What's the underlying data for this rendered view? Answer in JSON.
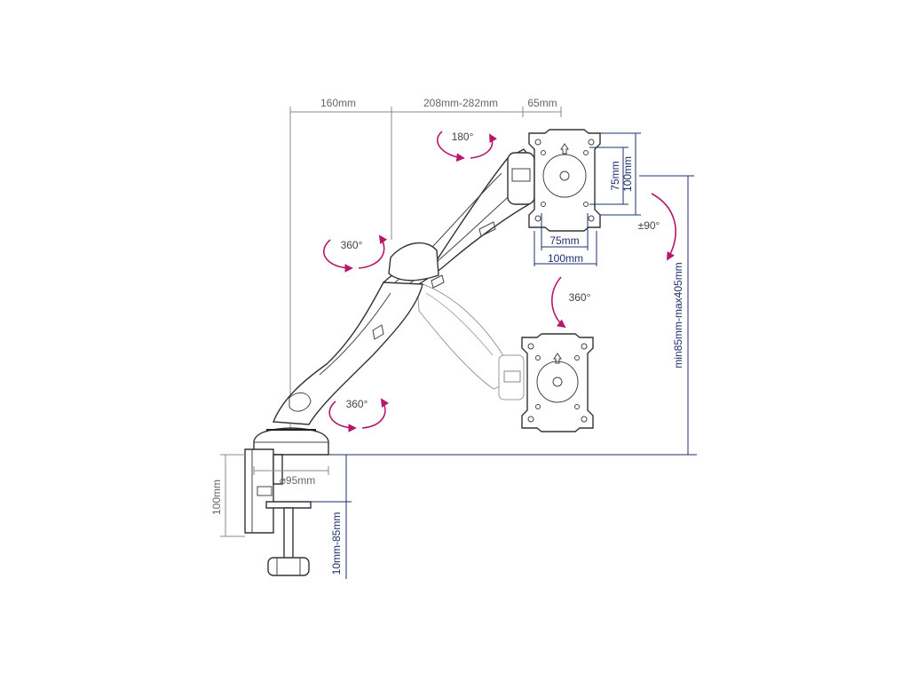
{
  "dimensions": {
    "top": [
      "160mm",
      "208mm-282mm",
      "65mm"
    ],
    "vesa_inner_horizontal": "75mm",
    "vesa_outer_horizontal": "100mm",
    "vesa_inner_vertical": "75mm",
    "vesa_outer_vertical": "100mm",
    "height_range": "min85mm-max405mm",
    "base_diameter": "⌀95mm",
    "clamp_height": "100mm",
    "desk_thickness": "10mm-85mm"
  },
  "rotations": {
    "top_arm": "180°",
    "elbow": "360°",
    "tilt": "±90°",
    "lower_plate": "360°",
    "base": "360°"
  },
  "colors": {
    "rotation_arrows": "#b5176b",
    "dimension_navy": "#1c2f6b",
    "dimension_gray": "#888888",
    "outline": "#333333"
  }
}
